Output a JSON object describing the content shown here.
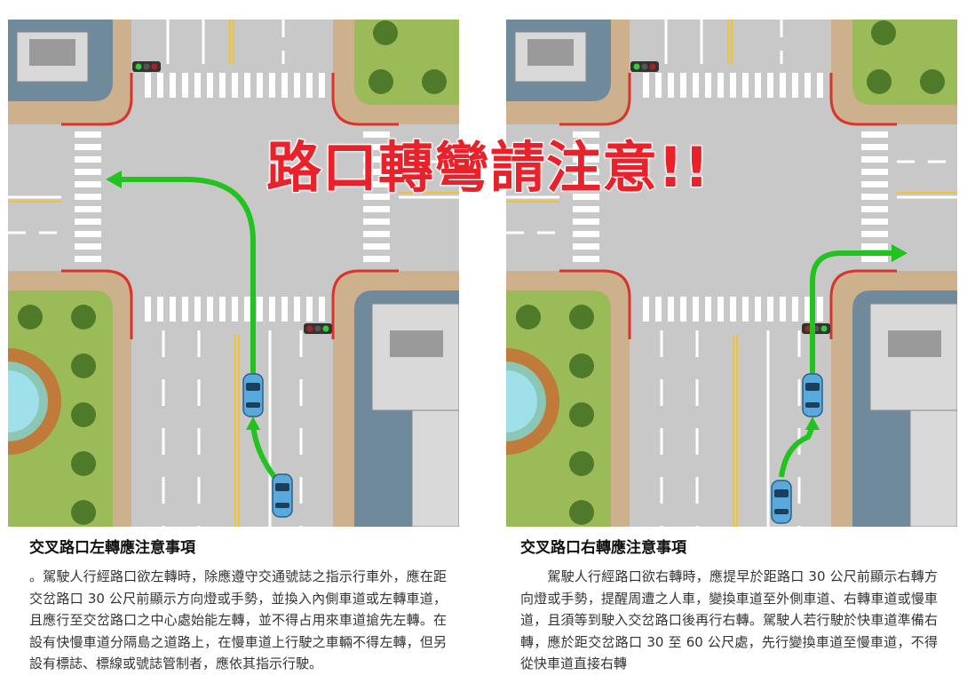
{
  "banner": {
    "title": "路口轉彎請注意!!",
    "color": "#e8212a"
  },
  "left_turn": {
    "title": "交叉路口左轉應注意事項",
    "body": "。駕駛人行經路口欲左轉時，除應遵守交通號誌之指示行車外，應在距交岔路口 30 公尺前顯示方向燈或手勢，並換入內側車道或左轉車道，且應行至交岔路口之中心處始能左轉，並不得占用來車道搶先左轉。在設有快慢車道分隔島之道路上，在慢車道上行駛之車輛不得左轉，但另設有標誌、標線或號誌管制者，應依其指示行駛。"
  },
  "right_turn": {
    "title": "交叉路口右轉應注意事項",
    "body": "　　駕駛人行經路口欲右轉時，應提早於距路口 30 公尺前顯示右轉方向燈或手勢，提醒周遭之人車，變換車道至外側車道、右轉車道或慢車道，且須等到駛入交岔路口後再行右轉。駕駛人若行駛於快車道準備右轉，應於距交岔路口 30 至 60 公尺處，先行變換車道至慢車道，不得從快車道直接右轉"
  },
  "colors": {
    "road": "#c8c8c8",
    "sidewalk": "#cdb08c",
    "grass": "#9bbb59",
    "building": "#6f8a9a",
    "path": "#22c31e",
    "car": "#5aa9dc"
  }
}
